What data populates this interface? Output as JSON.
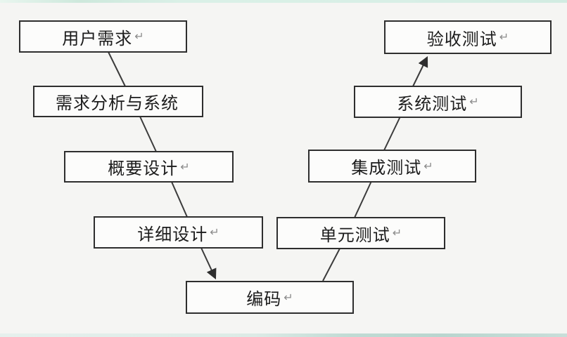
{
  "diagram": {
    "return_mark_glyph": "↵",
    "nodes": [
      {
        "id": "user-requirements",
        "label": "用户需求",
        "mark": "↵"
      },
      {
        "id": "requirements-analysis",
        "label": "需求分析与系统",
        "mark": ""
      },
      {
        "id": "high-level-design",
        "label": "概要设计",
        "mark": "↵"
      },
      {
        "id": "detailed-design",
        "label": "详细设计",
        "mark": "↵"
      },
      {
        "id": "coding",
        "label": "编码",
        "mark": "↵"
      },
      {
        "id": "unit-test",
        "label": "单元测试",
        "mark": "↵"
      },
      {
        "id": "integration-test",
        "label": "集成测试",
        "mark": "↵"
      },
      {
        "id": "system-test",
        "label": "系统测试",
        "mark": "↵"
      },
      {
        "id": "acceptance-test",
        "label": "验收测试",
        "mark": "↵"
      }
    ],
    "edges": [
      {
        "from": "user-requirements",
        "to": "requirements-analysis",
        "arrow": false
      },
      {
        "from": "requirements-analysis",
        "to": "high-level-design",
        "arrow": false
      },
      {
        "from": "high-level-design",
        "to": "detailed-design",
        "arrow": false
      },
      {
        "from": "detailed-design",
        "to": "coding",
        "arrow": true
      },
      {
        "from": "coding",
        "to": "unit-test",
        "arrow": false
      },
      {
        "from": "unit-test",
        "to": "integration-test",
        "arrow": false
      },
      {
        "from": "integration-test",
        "to": "system-test",
        "arrow": false
      },
      {
        "from": "system-test",
        "to": "acceptance-test",
        "arrow": true
      }
    ],
    "colors": {
      "background": "#f5f5f3",
      "box_fill": "#fcfcfb",
      "box_border": "#2e2e2e",
      "edge_line": "#3b3b3b",
      "return_mark": "#8b8b8b",
      "strip_top_mint": "#d8efe6",
      "strip_bottom_teal": "#b9d6cf"
    }
  }
}
